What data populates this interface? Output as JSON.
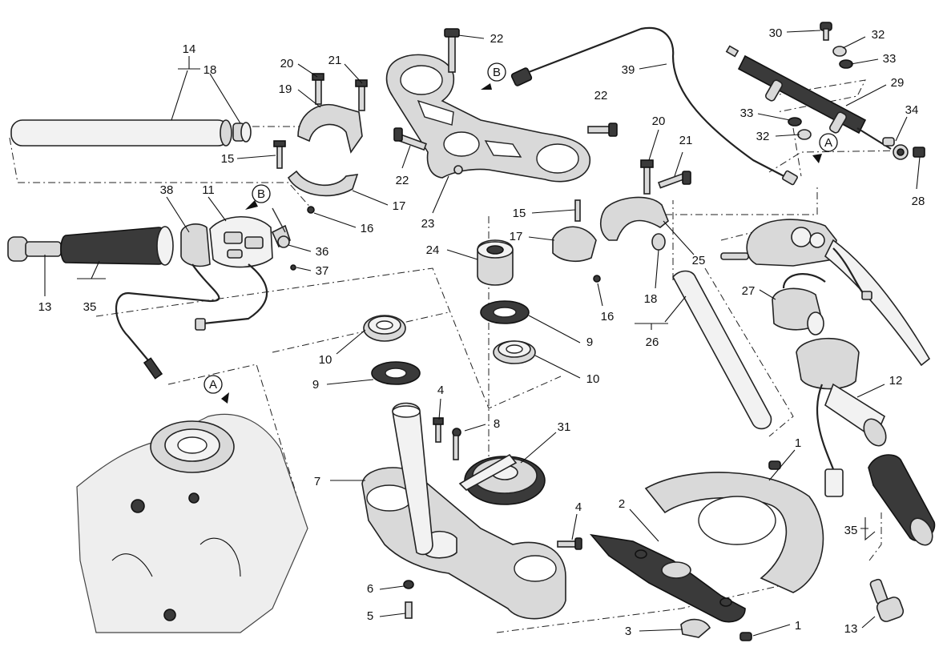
{
  "callouts": {
    "c14": "14",
    "c18a": "18",
    "c19": "19",
    "c20a": "20",
    "c21a": "21",
    "c15a": "15",
    "c17a": "17",
    "c16a": "16",
    "c38": "38",
    "c11": "11",
    "c36": "36",
    "c37": "37",
    "c13a": "13",
    "c35a": "35",
    "c22a": "22",
    "c22b": "22",
    "c22c": "22",
    "c23": "23",
    "c24": "24",
    "c9a": "9",
    "c10a": "10",
    "c10b": "10",
    "c9b": "9",
    "c4a": "4",
    "c8": "8",
    "c31": "31",
    "c7": "7",
    "c4b": "4",
    "c6": "6",
    "c5": "5",
    "c39": "39",
    "c20b": "20",
    "c21b": "21",
    "c15b": "15",
    "c17b": "17",
    "c25": "25",
    "c18b": "18",
    "c26": "26",
    "c16b": "16",
    "c30": "30",
    "c32a": "32",
    "c33a": "33",
    "c29": "29",
    "c33b": "33",
    "c32b": "32",
    "c34": "34",
    "c28": "28",
    "c27": "27",
    "c12": "12",
    "c1a": "1",
    "c2": "2",
    "c3": "3",
    "c1b": "1",
    "c35b": "35",
    "c13b": "13"
  },
  "markers": {
    "b1": "B",
    "b2": "B",
    "a1": "A",
    "a2": "A"
  }
}
